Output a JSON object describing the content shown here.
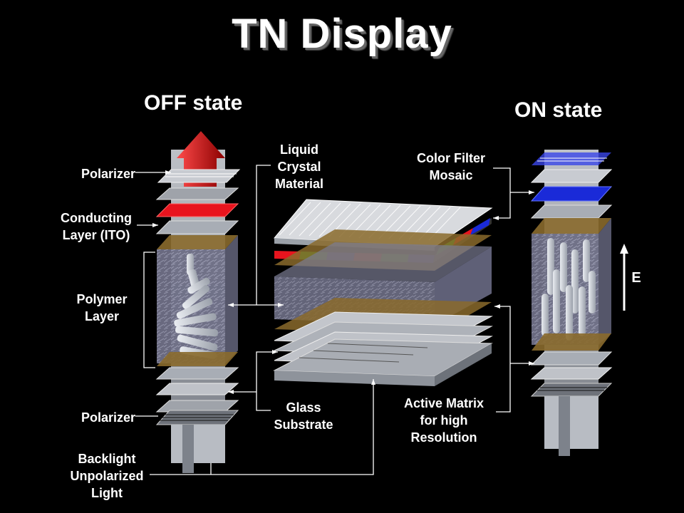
{
  "title": "TN Display",
  "states": {
    "off": "OFF state",
    "on": "ON state"
  },
  "labels": {
    "polarizer_top": "Polarizer",
    "conducting_1": "Conducting",
    "conducting_2": "Layer (ITO)",
    "polymer_1": "Polymer",
    "polymer_2": "Layer",
    "polarizer_bottom": "Polarizer",
    "backlight_1": "Backlight",
    "backlight_2": "Unpolarized",
    "backlight_3": "Light",
    "liquid_1": "Liquid",
    "liquid_2": "Crystal",
    "liquid_3": "Material",
    "glass_1": "Glass",
    "glass_2": "Substrate",
    "filter_1": "Color Filter",
    "filter_2": "Mosaic",
    "matrix_1": "Active Matrix",
    "matrix_2": "for high",
    "matrix_3": "Resolution",
    "field": "E"
  },
  "colors": {
    "red": "#e8141e",
    "green": "#1fae2a",
    "blue": "#1a2ad8",
    "brown": "#8a6a2c",
    "glass": "#b9bcc2"
  }
}
